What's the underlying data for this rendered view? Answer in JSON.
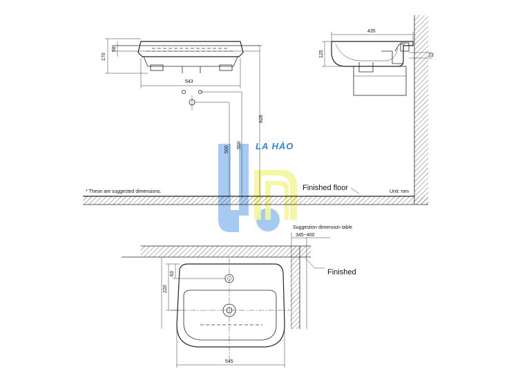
{
  "dimensions": {
    "top_height": "170",
    "top_rim": "58",
    "top_width": "543",
    "pipe_height": "828",
    "drain_height": "500",
    "supply_height": "550",
    "side_depth": "435",
    "side_height": "125",
    "side_offset": "23",
    "plan_depth": "220",
    "plan_hole": "63",
    "plan_width": "545"
  },
  "labels": {
    "suggested_note": "* These are suggested dimensions.",
    "finished_floor": "Finished floor",
    "unit": "Unit: mm",
    "suggestion_table": "Suggestion dimension table",
    "suggestion_range": "345~400",
    "finished": "Finished"
  },
  "watermark": {
    "text": "LA HÀO",
    "colors": {
      "blue": "#9cc4ee",
      "yellow": "#f5f59a",
      "text": "#2f86d6"
    }
  }
}
